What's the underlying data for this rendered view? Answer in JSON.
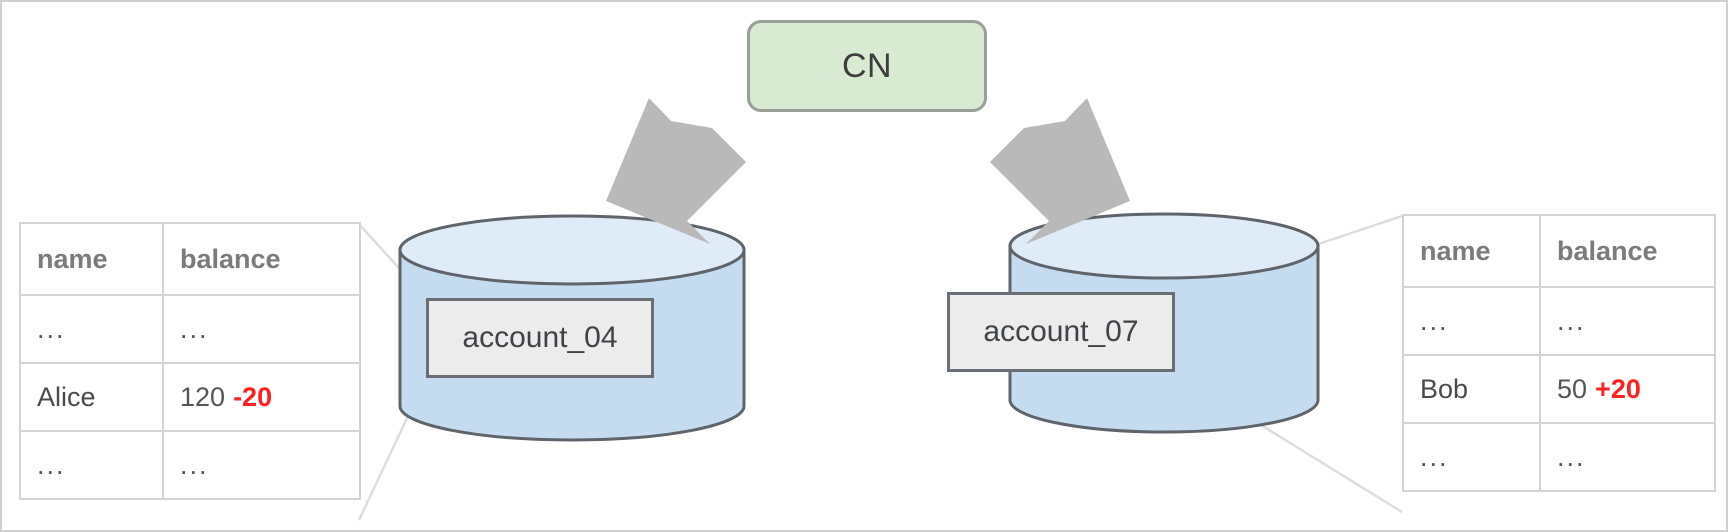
{
  "diagram": {
    "title_node": {
      "label": "CN",
      "fill": "#d9ead3",
      "stroke": "#9a9f99"
    },
    "arrows": [
      {
        "name": "arrow-cn-to-left-db",
        "direction": "down-left",
        "color": "#b3b3b3"
      },
      {
        "name": "arrow-cn-to-right-db",
        "direction": "down-right",
        "color": "#b3b3b3"
      }
    ],
    "databases": [
      {
        "name": "account_04",
        "label": "account_04",
        "fill": "#c5dcf0",
        "top_fill": "#dfebf7",
        "plate_fill": "#ececec",
        "stroke": "#6a6f75"
      },
      {
        "name": "account_07",
        "label": "account_07",
        "fill": "#c5dcf0",
        "top_fill": "#dfebf7",
        "plate_fill": "#ececec",
        "stroke": "#6a6f75"
      }
    ],
    "tables": {
      "left": {
        "headers": [
          "name",
          "balance"
        ],
        "rows": [
          {
            "name": "...",
            "balance": "...",
            "delta": ""
          },
          {
            "name": "Alice",
            "balance": "120",
            "delta": "-20"
          },
          {
            "name": "...",
            "balance": "...",
            "delta": ""
          }
        ]
      },
      "right": {
        "headers": [
          "name",
          "balance"
        ],
        "rows": [
          {
            "name": "...",
            "balance": "...",
            "delta": ""
          },
          {
            "name": "Bob",
            "balance": "50",
            "delta": "+20"
          },
          {
            "name": "...",
            "balance": "...",
            "delta": ""
          }
        ]
      }
    },
    "colors": {
      "delta_negative": "#ff2020",
      "delta_positive": "#ff2020",
      "connector_line": "#dcdcdc"
    }
  }
}
